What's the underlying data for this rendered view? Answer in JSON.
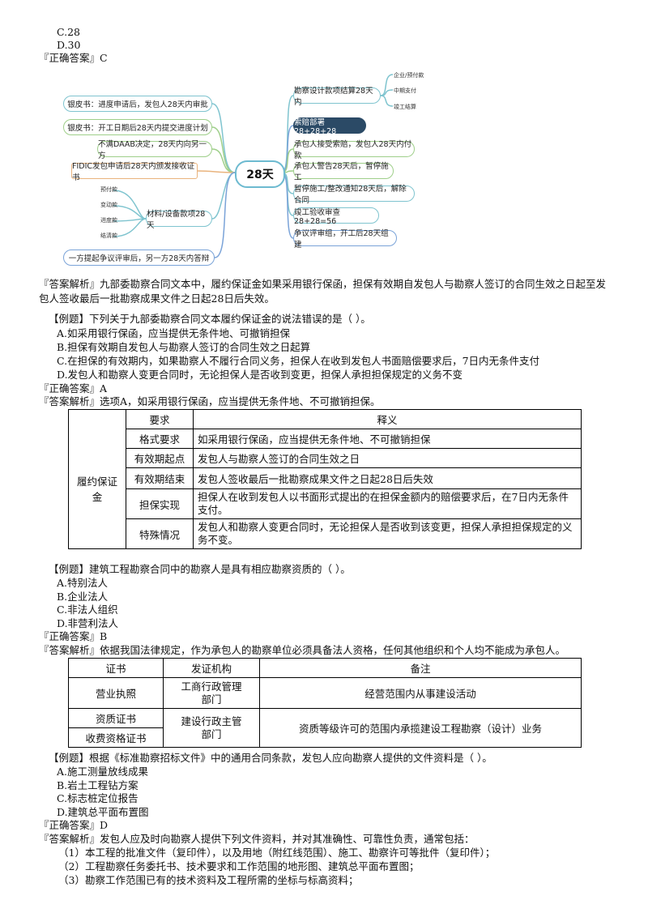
{
  "top": {
    "optC": "C.28",
    "optD": "D.30",
    "answer1": "『正确答案』C"
  },
  "mindmap": {
    "center": "28天",
    "left": [
      "银皮书：进度申请后，发包人28天内审批",
      "银皮书：开工日期后28天内提交进度计划",
      "不满DAAB决定，28天内向另一方",
      "FIDIC发包申请后28天内颁发接收证书",
      "材料/设备款项28天",
      "一方提起争议评审后，另一方28天内答辩"
    ],
    "left_leaves": [
      "预付款",
      "变动款",
      "进度款",
      "结清款"
    ],
    "right": [
      "勘察设计款项结算28天内",
      "索赔部署28+28+28",
      "承包人接受索赔，发包人28天内付款",
      "承包人警告28天后，暂停施工",
      "暂停施工/整改通知28天后，解除合同",
      "竣工验收审查28+28=56",
      "争议评审组，开工后28天组建"
    ],
    "right_leaves": [
      "企业/预付款",
      "中期支付",
      "竣工结算"
    ]
  },
  "sec1": {
    "analysis": "『答案解析』九部委勘察合同文本中，履约保证金如果采用银行保函，担保有效期自发包人与勘察人签订的合同生效之日起至发包人签收最后一批勘察成果文件之日起28日后失效。",
    "q": "【例题】下列关于九部委勘察合同文本履约保证金的说法错误的是（    ）。",
    "opts": [
      "A.如采用银行保函，应当提供无条件地、可撤销担保",
      "B.担保有效期自发包人与勘察人签订的合同生效之日起算",
      "C.在担保的有效期内，如果勘察人不履行合同义务，担保人在收到发包人书面赔偿要求后，7日内无条件支付",
      "D.发包人和勘察人变更合同时，无论担保人是否收到变更，担保人承担担保规定的义务不变"
    ],
    "answer": "『正确答案』A",
    "analysis2": "『答案解析』选项A，如采用银行保函，应当提供无条件地、不可撤销担保。"
  },
  "table1": {
    "headers": [
      "要求",
      "释义"
    ],
    "group": "履约保证金",
    "rows": [
      [
        "格式要求",
        "如采用银行保函，应当提供无条件地、不可撤销担保"
      ],
      [
        "有效期起点",
        "发包人与勘察人签订的合同生效之日"
      ],
      [
        "有效期结束",
        "发包人签收最后一批勘察成果文件之日起28日后失效"
      ],
      [
        "担保实现",
        "担保人在收到发包人以书面形式提出的在担保金额内的赔偿要求后，在7日内无条件支付。"
      ],
      [
        "特殊情况",
        "发包人和勘察人变更合同时，无论担保人是否收到该变更，担保人承担担保规定的义务不变。"
      ]
    ]
  },
  "sec2": {
    "q": "【例题】建筑工程勘察合同中的勘察人是具有相应勘察资质的（    ）。",
    "opts": [
      "A.特别法人",
      "B.企业法人",
      "C.非法人组织",
      "D.非营利法人"
    ],
    "answer": "『正确答案』B",
    "analysis": "『答案解析』依据我国法律规定，作为承包人的勘察单位必须具备法人资格，任何其他组织和个人均不能成为承包人。"
  },
  "table2": {
    "headers": [
      "证书",
      "发证机构",
      "备注"
    ],
    "rows": [
      {
        "cert": "营业执照",
        "org": "工商行政管理部门",
        "note": "经营范围内从事建设活动"
      },
      {
        "cert": "资质证书",
        "org": "建设行政主管部门",
        "note": "资质等级许可的范围内承揽建设工程勘察（设计）业务"
      },
      {
        "cert": "收费资格证书",
        "org": "",
        "note": ""
      }
    ]
  },
  "sec3": {
    "q": "【例题】根据《标准勘察招标文件》中的通用合同条款，发包人应向勘察人提供的文件资料是（    ）。",
    "opts": [
      "A.施工测量放线成果",
      "B.岩土工程钻方案",
      "C.标志桩定位报告",
      "D.建筑总平面布置图"
    ],
    "answer": "『正确答案』D",
    "analysis": "『答案解析』发包人应及时向勘察人提供下列文件资料，并对其准确性、可靠性负责，通常包括：",
    "items": [
      "（1）本工程的批准文件（复印件），以及用地（附红线范围）、施工、勘察许可等批件（复印件）；",
      "（2）工程勘察任务委托书、技术要求和工作范围的地形图、建筑总平面布置图；",
      "（3）勘察工作范围已有的技术资料及工程所需的坐标与标高资料；"
    ]
  }
}
